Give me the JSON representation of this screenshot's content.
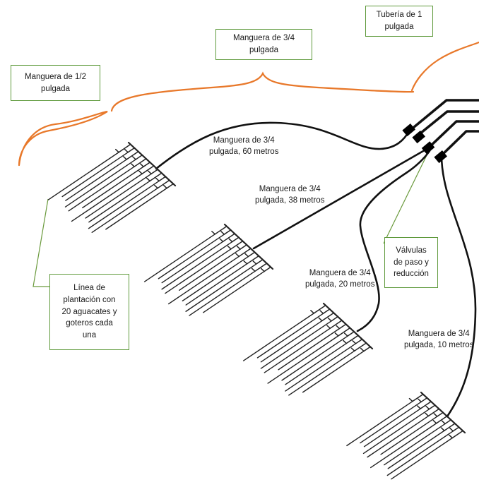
{
  "boxes": {
    "tuberia_1": [
      "Tubería de 1",
      "pulgada"
    ],
    "manguera_3_4": [
      "Manguera de 3/4",
      "pulgada"
    ],
    "manguera_1_2": [
      "Manguera de 1/2",
      "pulgada"
    ],
    "linea_plantacion": [
      "Línea de",
      "plantación con",
      "20 aguacates y",
      "goteros cada",
      "una"
    ],
    "valvulas": [
      "Válvulas",
      "de paso y",
      "reducción"
    ]
  },
  "hose_labels": {
    "h60": [
      "Manguera de 3/4",
      "pulgada, 60 metros"
    ],
    "h38": [
      "Manguera de 3/4",
      "pulgada, 38 metros"
    ],
    "h20": [
      "Manguera de 3/4",
      "pulgada, 20 metros"
    ],
    "h10": [
      "Manguera de 3/4",
      "pulgada, 10 metros"
    ]
  },
  "colors": {
    "brace": "#e8782a",
    "box_border": "#5f9a3c",
    "leader": "#6a9a3c",
    "hose": "#111111",
    "plant_line": "#222222",
    "text": "#1a1a1a"
  }
}
